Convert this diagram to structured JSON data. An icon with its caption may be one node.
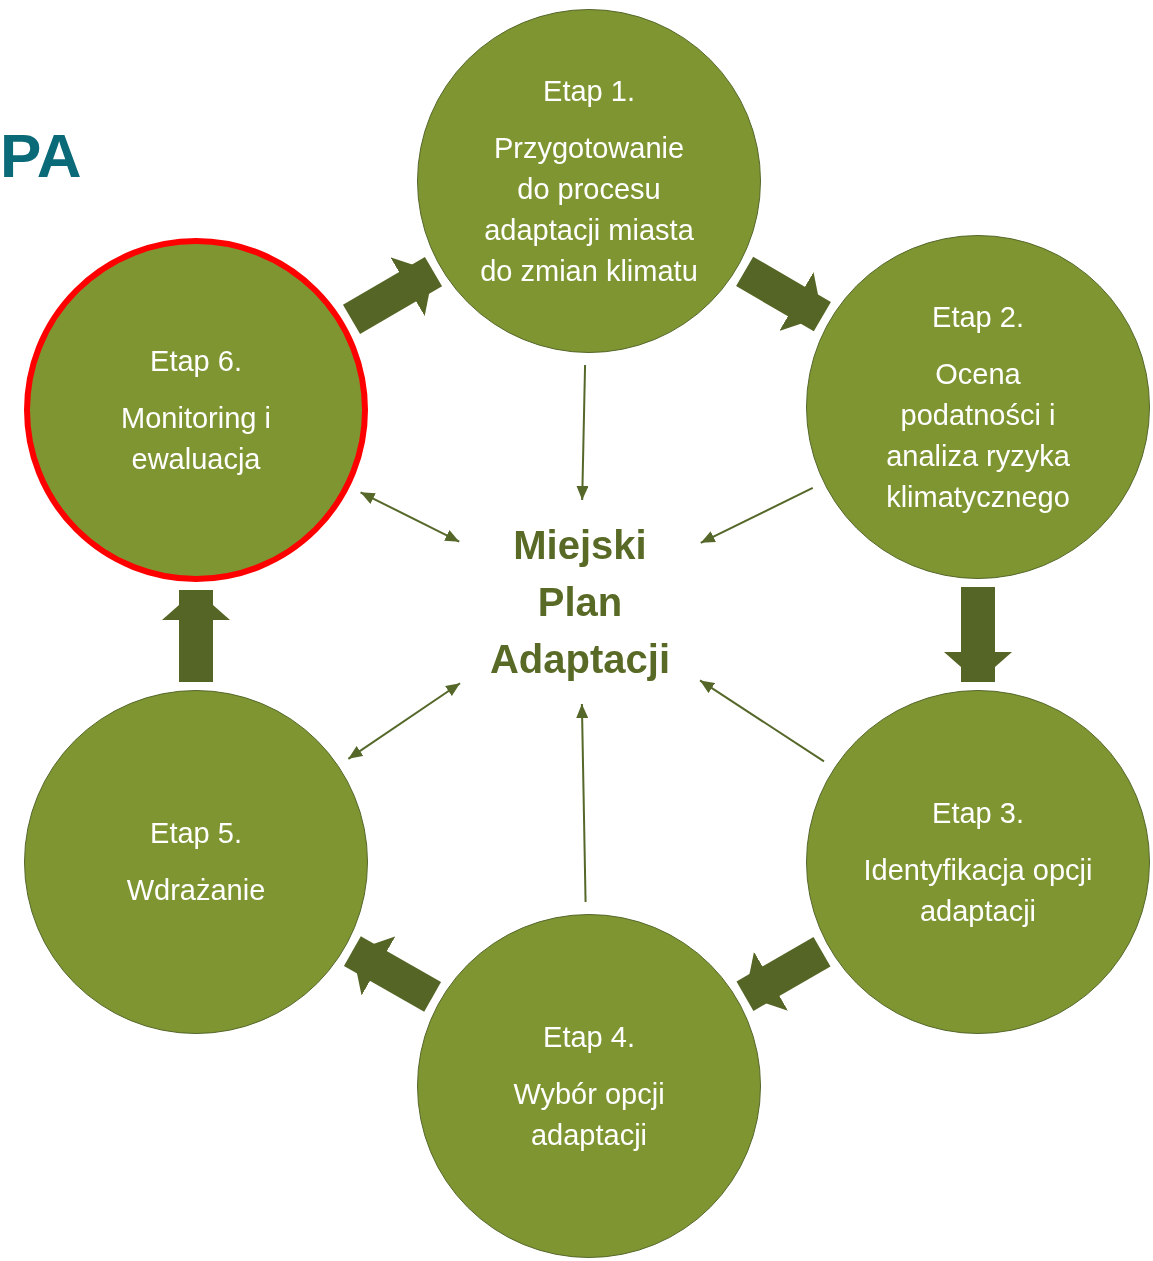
{
  "diagram": {
    "nodes": [
      {
        "text": [
          "Etap 1.",
          "Przygotowanie do procesu adaptacji miasta do zmian klimatu"
        ]
      },
      {
        "text": [
          "Etap 2.",
          "Ocena podatności i analiza ryzyka klimatycznego"
        ]
      },
      {
        "text": [
          "Etap 3.",
          "Identyfikacja opcji adaptacji"
        ]
      },
      {
        "text": [
          "Etap 4.",
          "Wybór opcji adaptacji"
        ]
      },
      {
        "text": [
          "Etap 5.",
          "Wdrażanie"
        ]
      },
      {
        "text": [
          "Etap 6.",
          "Monitoring i ewaluacja"
        ]
      },
      {
        "text": [
          "Miejski Plan Adaptacji"
        ]
      }
    ],
    "edges": [
      {
        "from": 0,
        "to": 1,
        "arrow": "to",
        "style": "thick"
      },
      {
        "from": 1,
        "to": 2,
        "arrow": "to",
        "style": "thick"
      },
      {
        "from": 2,
        "to": 3,
        "arrow": "to",
        "style": "thick"
      },
      {
        "from": 3,
        "to": 4,
        "arrow": "to",
        "style": "thick"
      },
      {
        "from": 4,
        "to": 5,
        "arrow": "to",
        "style": "thick"
      },
      {
        "from": 5,
        "to": 0,
        "arrow": "to",
        "style": "thick"
      },
      {
        "from": 0,
        "to": 6,
        "arrow": "to"
      },
      {
        "from": 1,
        "to": 6,
        "arrow": "to"
      },
      {
        "from": 2,
        "to": 6,
        "arrow": "to"
      },
      {
        "from": 3,
        "to": 6,
        "arrow": "to"
      },
      {
        "from": 6,
        "to": 4,
        "arrow": "both"
      },
      {
        "from": 6,
        "to": 5,
        "arrow": "both"
      }
    ],
    "labels": [
      "PA"
    ]
  }
}
